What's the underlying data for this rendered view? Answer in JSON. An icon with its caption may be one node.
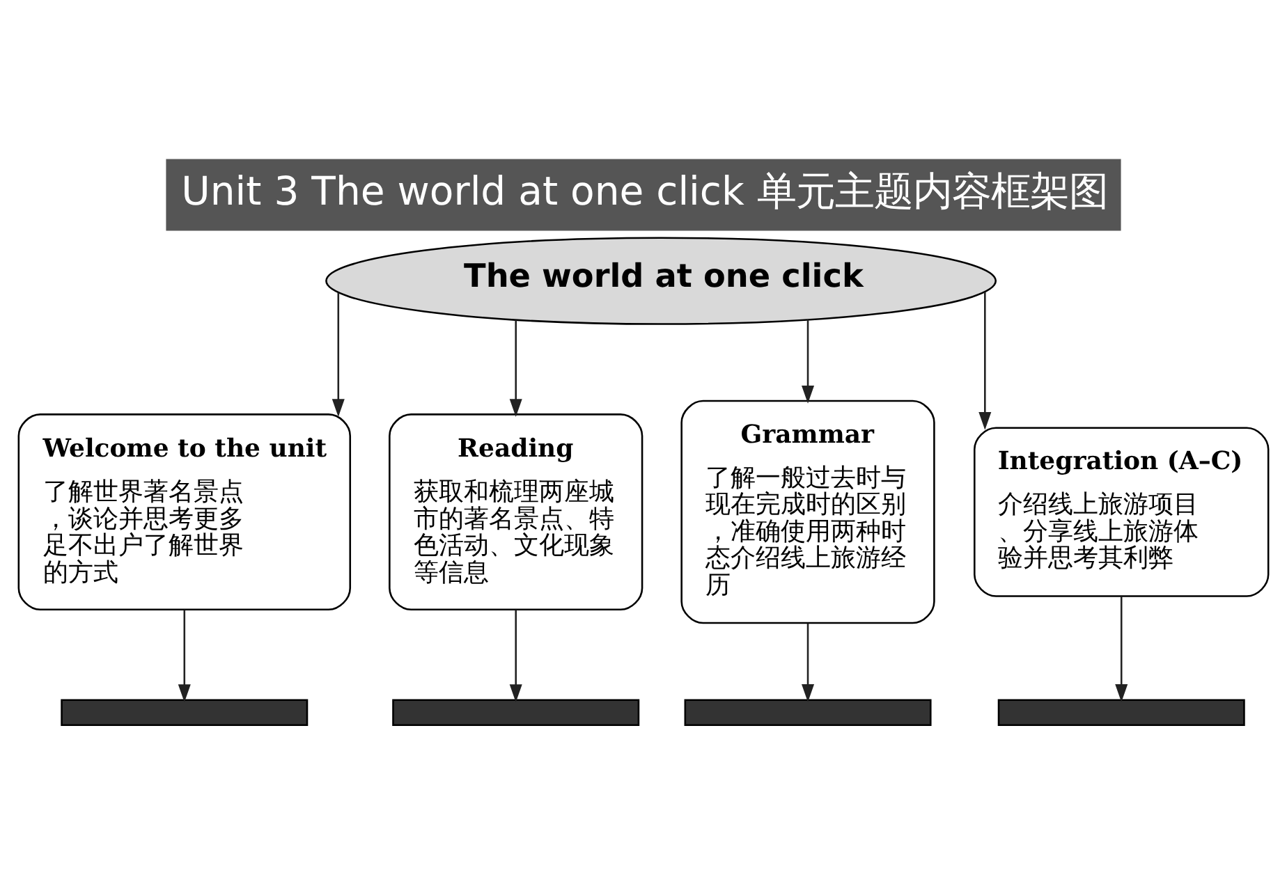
{
  "diagram": {
    "title": "Unit 3 The world at one click 单元主题内容框架图",
    "nodes": [
      {
        "text": [
          "The world at one click"
        ]
      },
      {
        "text": [
          "Welcome to the unit",
          "了解世界著名景点，谈论并思考更多足不出户了解世界的方式"
        ]
      },
      {
        "text": [
          "Reading",
          "获取和梳理两座城市的著名景点、特色活动、文化现象等信息"
        ]
      },
      {
        "text": [
          "Grammar",
          "了解一般过去时与现在完成时的区别，准确使用两种时态介绍线上旅游经历"
        ]
      },
      {
        "text": [
          "Integration (A–C)",
          "介绍线上旅游项目、分享线上旅游体验并思考其利弊"
        ]
      },
      {
        "text": [],
        "shape": "box"
      },
      {
        "text": [],
        "shape": "box"
      },
      {
        "text": [],
        "shape": "box"
      },
      {
        "text": [],
        "shape": "box"
      }
    ],
    "edges": [
      {
        "from": 0,
        "to": 1,
        "arrow": "to"
      },
      {
        "from": 0,
        "to": 2,
        "arrow": "to"
      },
      {
        "from": 0,
        "to": 3,
        "arrow": "to"
      },
      {
        "from": 0,
        "to": 4,
        "arrow": "to"
      },
      {
        "from": 1,
        "to": 5,
        "arrow": "to"
      },
      {
        "from": 2,
        "to": 6,
        "arrow": "to"
      },
      {
        "from": 3,
        "to": 7,
        "arrow": "to"
      },
      {
        "from": 4,
        "to": 8,
        "arrow": "to"
      }
    ]
  }
}
